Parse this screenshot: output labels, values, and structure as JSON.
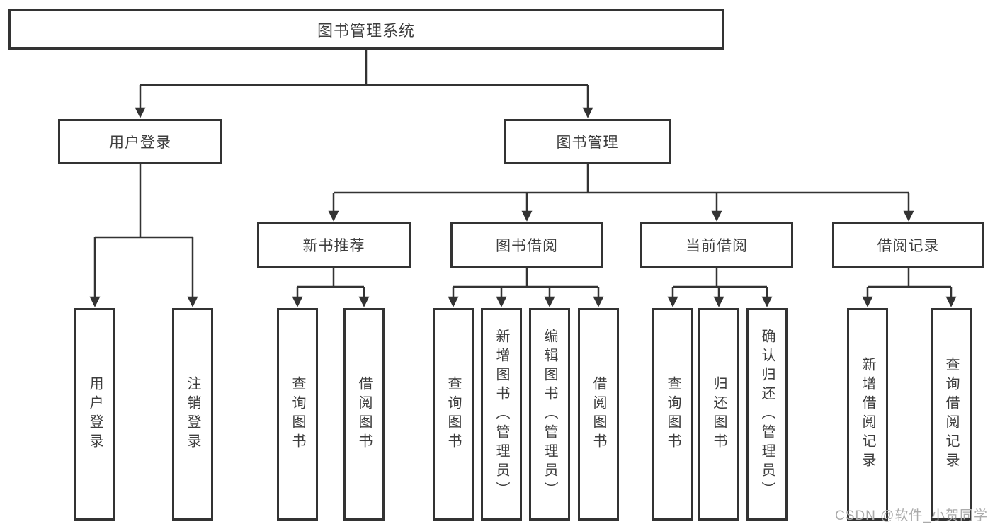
{
  "tree": {
    "root": {
      "label": "图书管理系统"
    },
    "user_login": {
      "label": "用户登录",
      "leaves": [
        "用户登录",
        "注销登录"
      ]
    },
    "book_mgmt": {
      "label": "图书管理",
      "groups": [
        {
          "label": "新书推荐",
          "leaves": [
            "查询图书",
            "借阅图书"
          ]
        },
        {
          "label": "图书借阅",
          "leaves": [
            "查询图书",
            "新增图书（管理员）",
            "编辑图书（管理员）",
            "借阅图书"
          ]
        },
        {
          "label": "当前借阅",
          "leaves": [
            "查询图书",
            "归还图书",
            "确认归还（管理员）"
          ]
        },
        {
          "label": "借阅记录",
          "leaves": [
            "新增借阅记录",
            "查询借阅记录"
          ]
        }
      ]
    }
  },
  "colors": {
    "line": "#333333",
    "box_border": "#333333",
    "text": "#3d3d3d",
    "background": "#ffffff",
    "watermark": "#ababab"
  },
  "watermark": {
    "text": "CSDN @软件_小贺同学"
  }
}
